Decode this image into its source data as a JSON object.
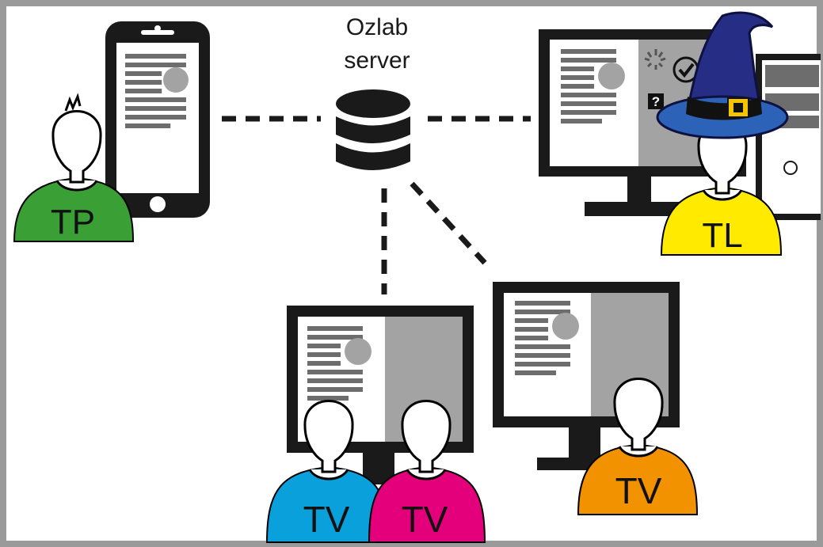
{
  "server": {
    "label_line1": "Ozlab",
    "label_line2": "server",
    "icon": "database-icon"
  },
  "participants": {
    "tp": {
      "label": "TP",
      "color": "#3aa035",
      "device": "smartphone"
    },
    "tl": {
      "label": "TL",
      "color": "#ffea00",
      "device": "desktop-computer",
      "accessory": "wizard-hat"
    },
    "tv1": {
      "label": "TV",
      "color": "#0aa0dc"
    },
    "tv2": {
      "label": "TV",
      "color": "#e4007a"
    },
    "tv3": {
      "label": "TV",
      "color": "#f39200"
    }
  },
  "wizard_panel": {
    "question_mark": "?"
  },
  "colors": {
    "frame": "#9a9a9a",
    "device": "#1a1a1a",
    "content_gray": "#6d6d6d",
    "panel_gray": "#a3a3a3",
    "hat": "#262d85",
    "hat_band": "#111111",
    "buckle": "#f5c400"
  }
}
